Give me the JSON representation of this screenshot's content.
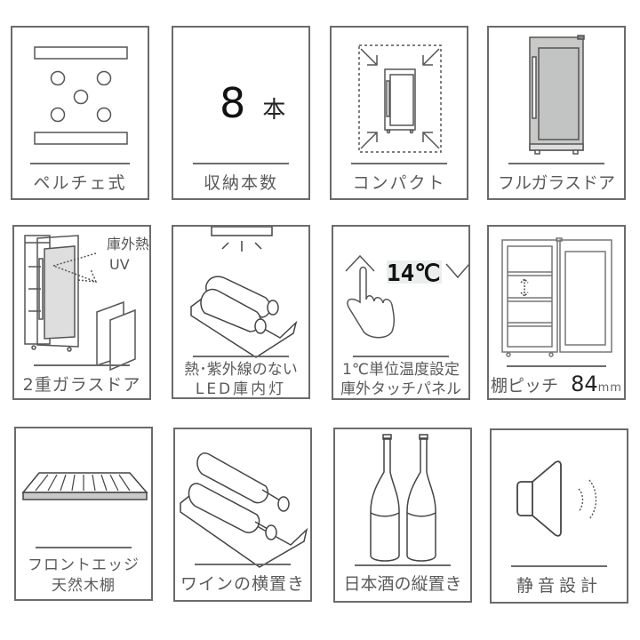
{
  "features": [
    {
      "id": "peltier",
      "label": "ペルチェ式"
    },
    {
      "id": "capacity",
      "label": "収納本数",
      "value": "8",
      "unit": "本"
    },
    {
      "id": "compact",
      "label": "コンパクト"
    },
    {
      "id": "full-glass-door",
      "label": "フルガラスドア"
    },
    {
      "id": "double-glass-door",
      "label": "2重ガラスドア",
      "annotation_line1": "庫外熱",
      "annotation_line2": "UV"
    },
    {
      "id": "led-light",
      "label_line1": "熱･紫外線のない",
      "label_line2": "LED庫内灯"
    },
    {
      "id": "touch-panel",
      "label_line1": "1℃単位温度設定",
      "label_line2": "庫外タッチパネル",
      "display": "14℃"
    },
    {
      "id": "shelf-pitch",
      "label": "棚ピッチ",
      "value": "84",
      "unit": "mm"
    },
    {
      "id": "wood-shelf",
      "label_line1": "フロントエッジ",
      "label_line2": "天然木棚"
    },
    {
      "id": "horizontal-wine",
      "label": "ワインの横置き"
    },
    {
      "id": "vertical-sake",
      "label": "日本酒の縦置き"
    },
    {
      "id": "quiet",
      "label": "静音設計"
    }
  ]
}
